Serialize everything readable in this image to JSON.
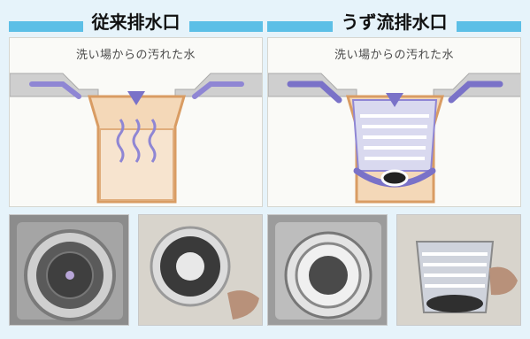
{
  "panels": [
    {
      "title": "従来排水口",
      "caption": "洗い場からの汚れた水"
    },
    {
      "title": "うず流排水口",
      "caption": "洗い場からの汚れた水"
    }
  ],
  "colors": {
    "title_bar": "#5cbfe6",
    "background": "#e6f3fa",
    "flow_arrow": "#7a72c8",
    "drain_body": "#e9a76a"
  }
}
